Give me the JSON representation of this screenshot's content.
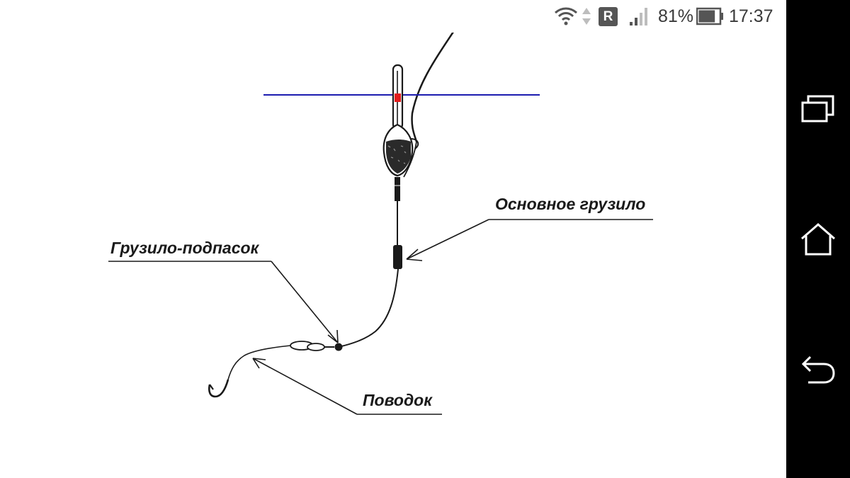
{
  "status_bar": {
    "roaming_badge": "R",
    "battery_text": "81%",
    "battery_level": 0.81,
    "time": "17:37",
    "icons": [
      "wifi-icon",
      "data-arrows-icon",
      "roaming-icon",
      "signal-icon",
      "battery-icon"
    ]
  },
  "diagram": {
    "labels": {
      "main_sinker": "Основное грузило",
      "sub_sinker": "Грузило-подпасок",
      "leader": "Поводок"
    },
    "colors": {
      "line": "#1a1a1a",
      "water_line": "#1c1cb0",
      "float_tip_mark": "#e21b1b"
    }
  },
  "nav_bar": {
    "buttons": [
      "recent-apps-icon",
      "home-icon",
      "back-icon"
    ],
    "color": "#ffffff"
  }
}
